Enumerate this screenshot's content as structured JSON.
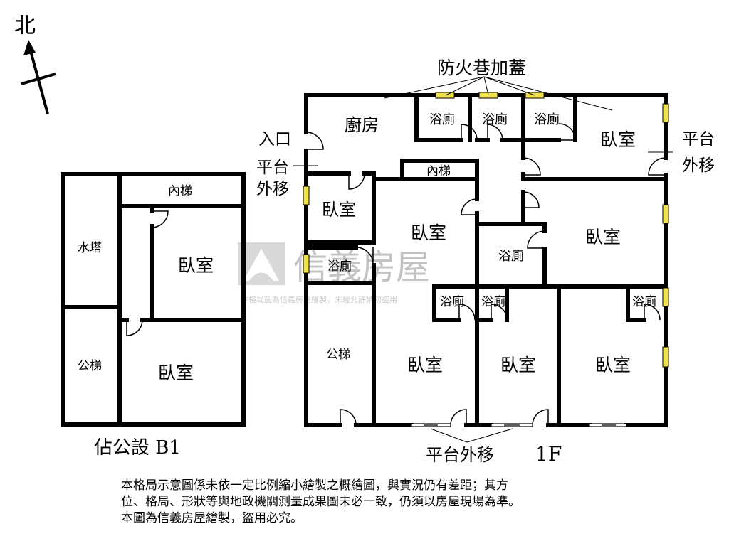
{
  "compass": {
    "north_label": "北"
  },
  "watermark": {
    "brand": "信義房屋",
    "notice": "本格局圖為信義房屋繪製，未經允許請勿盜用"
  },
  "floor_b1": {
    "rooms": {
      "water_tower": "水塔",
      "inner_stairs": "內梯",
      "bedroom_upper": "臥室",
      "public_stairs": "公梯",
      "bedroom_lower": "臥室"
    },
    "caption": "佔公設 B1"
  },
  "floor_1f": {
    "fire_lane_label": "防火巷加蓋",
    "entrance_label": "入口",
    "platform_moved_left": "平台外移",
    "platform_moved_right": "平台外移",
    "platform_moved_bottom": "平台外移",
    "rooms": {
      "kitchen": "廚房",
      "bath_top_1": "浴廁",
      "bath_top_2": "浴廁",
      "bath_top_3": "浴廁",
      "bedroom_top_right": "臥室",
      "inner_stairs": "內梯",
      "bedroom_left_small": "臥室",
      "bedroom_center": "臥室",
      "bath_left": "浴廁",
      "bath_mid": "浴廁",
      "bedroom_right": "臥室",
      "public_stairs": "公梯",
      "bath_lower_1": "浴廁",
      "bath_lower_2": "浴廁",
      "bath_lower_3": "浴廁",
      "bedroom_bottom_1": "臥室",
      "bedroom_bottom_2": "臥室",
      "bedroom_bottom_3": "臥室"
    },
    "caption": "1F"
  },
  "disclaimer": {
    "line1": "本格局示意圖係未依一定比例縮小繪製之概繪圖，與實況仍有差距；其方",
    "line2": "位、格局、形狀等與地政機關測量成果圖未必一致，仍須以房屋現場為準。",
    "line3": "本圖為信義房屋繪製，盜用必究。"
  },
  "colors": {
    "wall": "#000000",
    "window_fill": "#f2e24a",
    "watermark": "#b9b9b9"
  }
}
